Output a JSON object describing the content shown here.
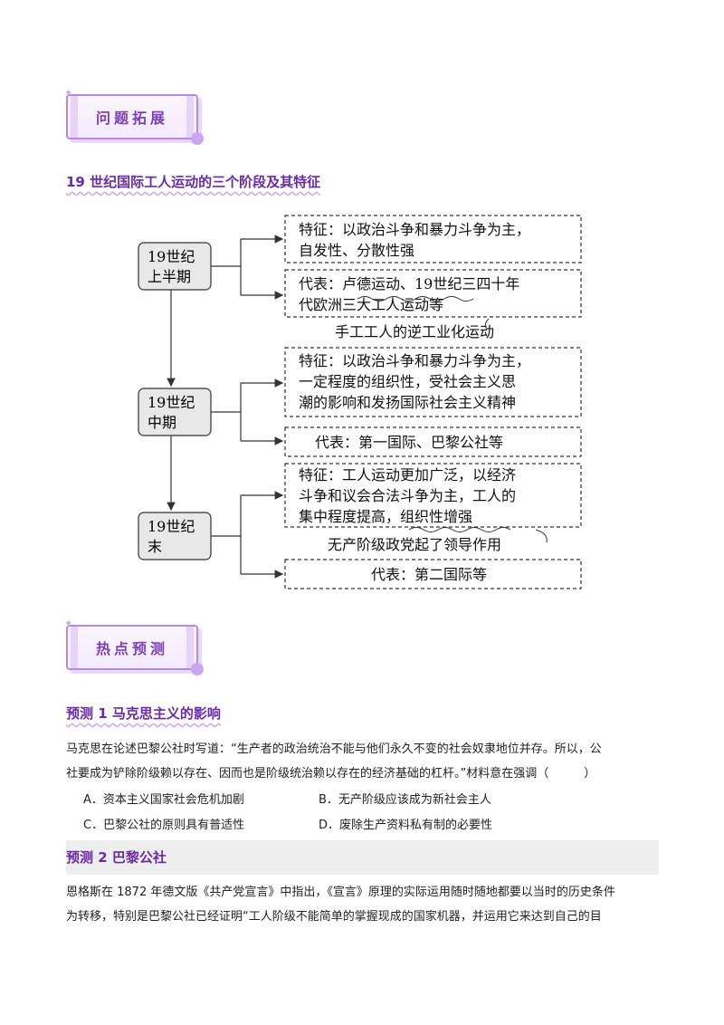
{
  "sections": {
    "expand_title": "问题拓展",
    "predict_title": "热点预测"
  },
  "topic": {
    "heading": "19 世纪国际工人运动的三个阶段及其特征"
  },
  "diagram": {
    "stages": [
      {
        "line1": "19世纪",
        "line2": "上半期"
      },
      {
        "line1": "19世纪",
        "line2": "中期"
      },
      {
        "line1": "19世纪",
        "line2": "末"
      }
    ],
    "boxes": [
      {
        "lines": [
          "特征：以政治斗争和暴力斗争为主，",
          "自发性、分散性强"
        ]
      },
      {
        "lines": [
          "代表：卢德运动、19世纪三四十年",
          "代欧洲三大工人运动等"
        ]
      },
      {
        "lines": [
          "特征：以政治斗争和暴力斗争为主，",
          "一定程度的组织性，受社会主义思",
          "潮的影响和发扬国际社会主义精神"
        ]
      },
      {
        "lines": [
          "代表：第一国际、巴黎公社等"
        ]
      },
      {
        "lines": [
          "特征：工人运动更加广泛，以经济",
          "斗争和议会合法斗争为主，工人的",
          "集中程度提高，组织性增强"
        ]
      },
      {
        "lines": [
          "代表：第二国际等"
        ]
      }
    ],
    "notes": [
      "手工工人的逆工业化运动",
      "无产阶级政党起了领导作用"
    ]
  },
  "prediction1": {
    "heading": "预测 1  马克思主义的影响",
    "question_line1": "马克思在论述巴黎公社时写道：“生产者的政治统治不能与他们永久不变的社会奴隶地位并存。所以，公",
    "question_line2": "社要成为铲除阶级赖以存在、因而也是阶级统治赖以存在的经济基础的杠杆。”材料意在强调（　　　）",
    "options": {
      "A": "A．资本主义国家社会危机加剧",
      "B": "B．无产阶级应该成为新社会主人",
      "C": "C．巴黎公社的原则具有普适性",
      "D": "D．废除生产资料私有制的必要性"
    }
  },
  "prediction2": {
    "heading": "预测 2  巴黎公社",
    "text_line1": "恩格斯在 1872 年德文版《共产党宣言》中指出，《宣言》原理的实际运用随时随地都要以当时的历史条件",
    "text_line2": "为转移，特别是巴黎公社已经证明“工人阶级不能简单的掌握现成的国家机器，并运用它来达到自己的目"
  }
}
